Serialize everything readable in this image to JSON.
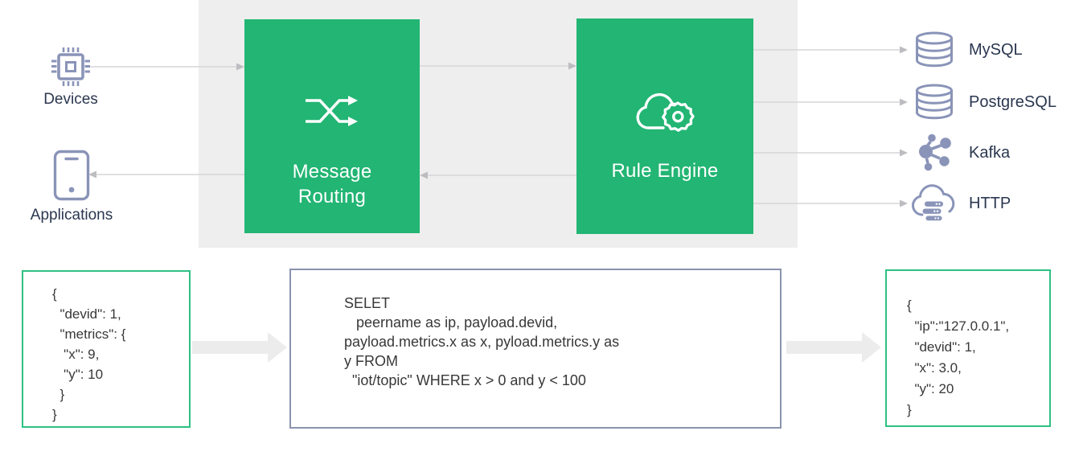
{
  "sources": {
    "devices_label": "Devices",
    "applications_label": "Applications"
  },
  "broker": {
    "message_routing_label": "Message\nRouting",
    "rule_engine_label": "Rule Engine"
  },
  "sinks": [
    {
      "label": "MySQL",
      "icon": "database-icon"
    },
    {
      "label": "PostgreSQL",
      "icon": "database-icon"
    },
    {
      "label": "Kafka",
      "icon": "kafka-nodes-icon"
    },
    {
      "label": "HTTP",
      "icon": "cloud-server-icon"
    }
  ],
  "code": {
    "input_json": "{\n  \"devid\": 1,\n  \"metrics\": {\n   \"x\": 9,\n   \"y\": 10\n  }\n}",
    "rule_sql": "SELET\n   peername as ip, payload.devid,\npayload.metrics.x as x, pyload.metrics.y as\ny FROM\n  \"iot/topic\" WHERE x > 0 and y < 100",
    "output_json": "{\n  \"ip\":\"127.0.0.1\",\n  \"devid\": 1,\n  \"x\": 3.0,\n  \"y\": 20\n}"
  },
  "colors": {
    "node_green": "#22b573",
    "json_border_green": "#2dc183",
    "sql_border_slate": "#8a93ae",
    "icon_blue": "#8a94b8",
    "label_navy": "#2b3750",
    "panel_gray": "#eeeeee",
    "connector_gray": "#d6d6d8",
    "block_arrow_gray": "#ececec"
  }
}
